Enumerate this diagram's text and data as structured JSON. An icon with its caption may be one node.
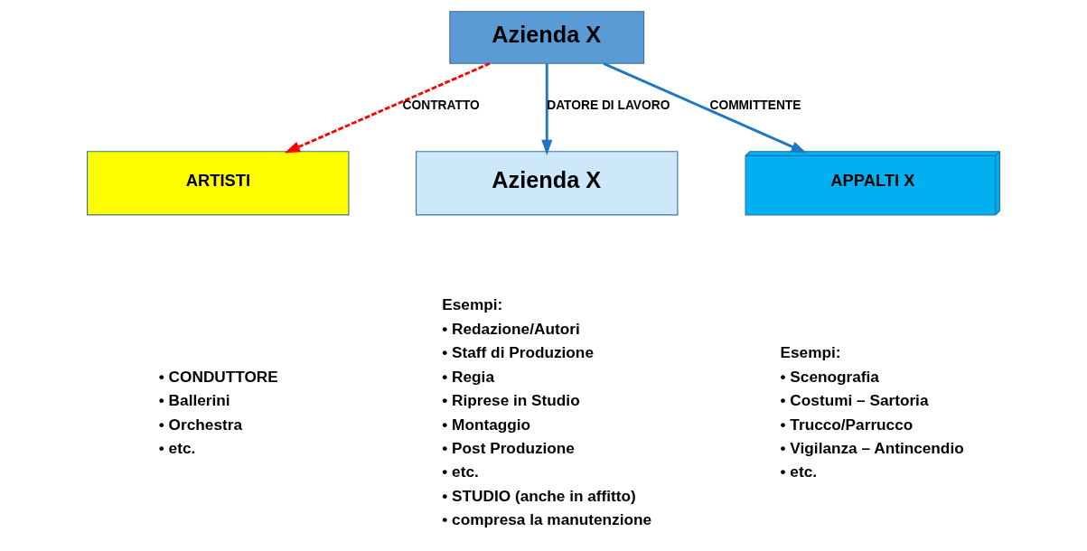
{
  "diagram": {
    "nodes": [
      {
        "text": [
          "Azienda X"
        ]
      },
      {
        "text": [
          "ARTISTI"
        ],
        "beside": [
          "• CONDUTTORE",
          "• Ballerini",
          "• Orchestra",
          "• etc."
        ]
      },
      {
        "text": [
          "Azienda X"
        ],
        "beside": [
          "Esempi:",
          "• Redazione/Autori",
          "• Staff di Produzione",
          "• Regia",
          "• Riprese in Studio",
          "• Montaggio",
          "• Post Produzione",
          "• etc.",
          "• STUDIO (anche in affitto)",
          "• compresa la manutenzione"
        ]
      },
      {
        "text": [
          "APPALTI X"
        ],
        "beside": [
          "Esempi:",
          "• Scenografia",
          "• Costumi – Sartoria",
          "• Trucco/Parrucco",
          "• Vigilanza – Antincendio",
          "• etc."
        ]
      }
    ],
    "edges": [
      {
        "from": 0,
        "to": 1,
        "arrow": "to",
        "label": "CONTRATTO",
        "style": "dashed",
        "color": "#ff0000"
      },
      {
        "from": 0,
        "to": 2,
        "arrow": "to",
        "label": "DATORE DI LAVORO"
      },
      {
        "from": 0,
        "to": 3,
        "arrow": "to",
        "label": "COMMITTENTE"
      }
    ]
  }
}
